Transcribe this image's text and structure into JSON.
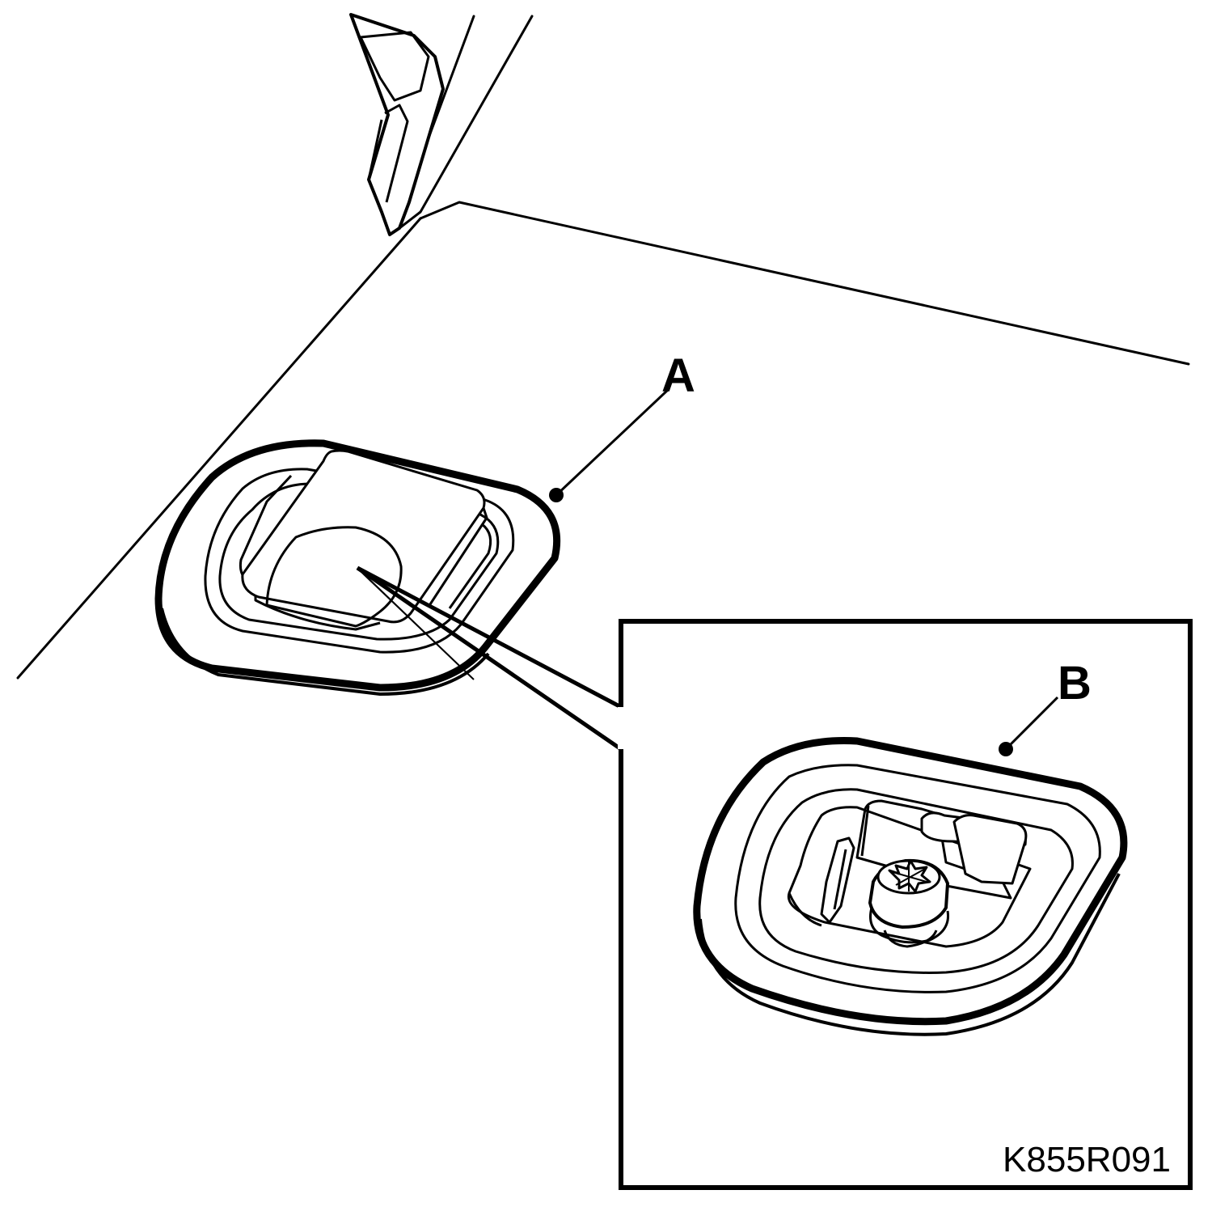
{
  "labels": {
    "a": "A",
    "b": "B"
  },
  "figure_code": "K855R091",
  "colors": {
    "line": "#000000",
    "background": "#ffffff"
  }
}
